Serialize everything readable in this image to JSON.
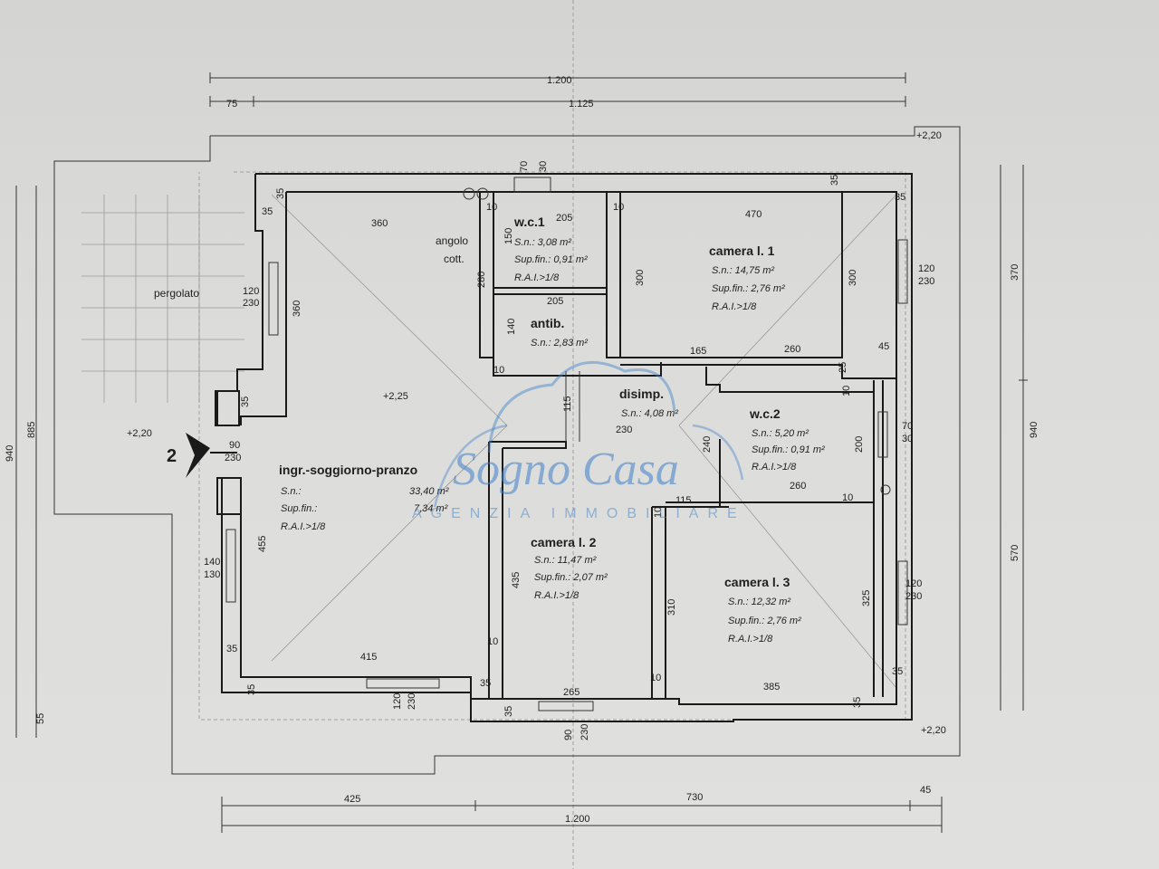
{
  "dimensions": {
    "top_overall": "1.200",
    "top_left": "75",
    "top_inner": "1.125",
    "top_level": "+2,20",
    "left_outer": "940",
    "left_inner": "885",
    "left_bottom": "55",
    "right_outer": "940",
    "right_top": "370",
    "right_bottom": "570",
    "bottom_left": "425",
    "bottom_mid": "730",
    "bottom_right": "45",
    "bottom_overall": "1.200",
    "bottom_level": "+2,20",
    "left_level": "+2,20",
    "center_level": "+2,25",
    "interior": {
      "d360a": "360",
      "d360b": "360",
      "d35a": "35",
      "d35b": "35",
      "d35c": "35",
      "d35d": "35",
      "d35e": "35",
      "d35f": "35",
      "d35g": "35",
      "d35h": "35",
      "d35i": "35",
      "d35j": "35",
      "d35k": "35",
      "d10a": "10",
      "d10b": "10",
      "d10c": "10",
      "d10d": "10",
      "d10e": "10",
      "d10f": "10",
      "d10g": "10",
      "d10h": "10",
      "d205a": "205",
      "d205b": "205",
      "d470": "470",
      "d300a": "300",
      "d300b": "300",
      "d280": "280",
      "d150": "150",
      "d140": "140",
      "d165": "165",
      "d260a": "260",
      "d260b": "260",
      "d45": "45",
      "d25": "25",
      "d115a": "115",
      "d115b": "115",
      "d230": "230",
      "d240": "240",
      "d200": "200",
      "d455": "455",
      "d435": "435",
      "d310": "310",
      "d325": "325",
      "d415": "415",
      "d265": "265",
      "d385": "385",
      "win70a": "70",
      "win30a": "30",
      "win120a": "120",
      "win230a": "230",
      "win120b": "120",
      "win230b": "230",
      "win70b": "70",
      "win30b": "30",
      "win140": "140",
      "win130": "130",
      "win120c": "120",
      "win230c": "230",
      "win120d": "120",
      "win230d": "230",
      "win90a": "90",
      "win230e": "230",
      "win90b": "90",
      "win230f": "230"
    }
  },
  "labels": {
    "pergolato": "pergolato",
    "angolo": "angolo",
    "cott": "cott.",
    "entrance_num": "2"
  },
  "rooms": {
    "wc1": {
      "name": "w.c.1",
      "sn": "S.n.: 3,08 m²",
      "sup": "Sup.fin.: 0,91 m²",
      "rai": "R.A.I.>1/8"
    },
    "camera1": {
      "name": "camera l. 1",
      "sn": "S.n.: 14,75 m²",
      "sup": "Sup.fin.: 2,76 m²",
      "rai": "R.A.I.>1/8"
    },
    "antib": {
      "name": "antib.",
      "sn": "S.n.: 2,83 m²"
    },
    "disimp": {
      "name": "disimp.",
      "sn": "S.n.: 4,08 m²"
    },
    "wc2": {
      "name": "w.c.2",
      "sn": "S.n.: 5,20 m²",
      "sup": "Sup.fin.: 0,91 m²",
      "rai": "R.A.I.>1/8"
    },
    "soggiorno": {
      "name": "ingr.-soggiorno-pranzo",
      "sn": "S.n.:",
      "sn_val": "33,40 m²",
      "sup": "Sup.fin.:",
      "sup_val": "7,34 m²",
      "rai": "R.A.I.>1/8"
    },
    "camera2": {
      "name": "camera l. 2",
      "sn": "S.n.: 11,47 m²",
      "sup": "Sup.fin.: 2,07 m²",
      "rai": "R.A.I.>1/8"
    },
    "camera3": {
      "name": "camera l. 3",
      "sn": "S.n.: 12,32 m²",
      "sup": "Sup.fin.: 2,76 m²",
      "rai": "R.A.I.>1/8"
    }
  },
  "watermark": {
    "brand": "Sogno Casa",
    "tagline": "AGENZIA IMMOBILIARE",
    "color": "#3f80c8"
  }
}
